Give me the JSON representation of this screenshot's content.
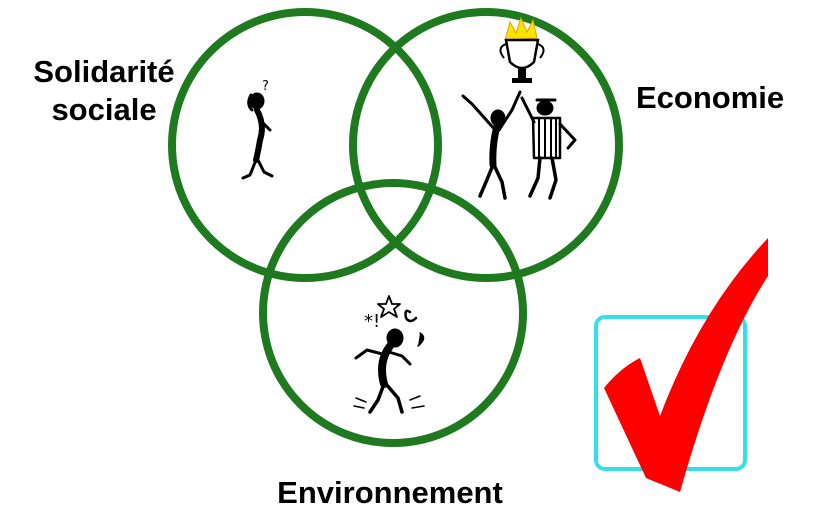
{
  "labels": {
    "solidarite_line1": "Solidarité",
    "solidarite_line2": "sociale",
    "economie": "Economie",
    "environnement": "Environnement"
  },
  "colors": {
    "circle_stroke": "#1f7a1f",
    "check_red": "#ff0000",
    "box_cyan": "#33e0ea",
    "figure": "#000000",
    "trophy_flame": "#ffe100"
  },
  "icons": {
    "left_figure": "confused-person-icon",
    "right_figures": "celebrating-people-trophy-icon",
    "bottom_figure": "angry-person-icon",
    "check": "checkmark-icon"
  }
}
